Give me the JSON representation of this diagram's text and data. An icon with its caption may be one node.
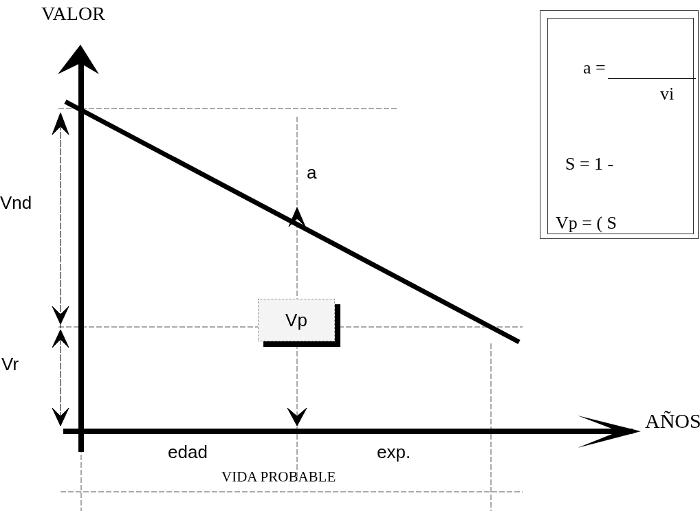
{
  "diagram": {
    "nodes": [
      {
        "text": [
          "a =",
          "vi",
          "S = 1 -",
          "Vp = ( S"
        ]
      },
      {
        "text": [
          "Vp"
        ]
      }
    ],
    "edges": [],
    "labels": [
      "VALOR",
      "a",
      "Vnd",
      "Vr",
      "edad",
      "exp.",
      "VIDA PROBABLE",
      "AÑOS"
    ]
  }
}
